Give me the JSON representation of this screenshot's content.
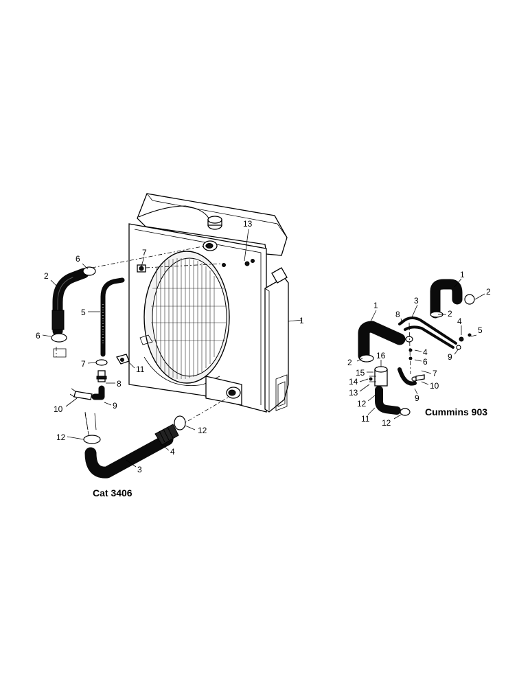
{
  "captions": {
    "cat": "Cat 3406",
    "cummins": "Cummins 903"
  },
  "callouts_cat": [
    "13",
    "7",
    "6",
    "2",
    "5",
    "6",
    "7",
    "11",
    "8",
    "9",
    "10",
    "12",
    "4",
    "3",
    "12",
    "1"
  ],
  "callouts_cummins": [
    "1",
    "2",
    "1",
    "3",
    "8",
    "4",
    "5",
    "2",
    "9",
    "4",
    "16",
    "6",
    "15",
    "7",
    "14",
    "13",
    "12",
    "10",
    "9",
    "11",
    "12",
    "2"
  ]
}
